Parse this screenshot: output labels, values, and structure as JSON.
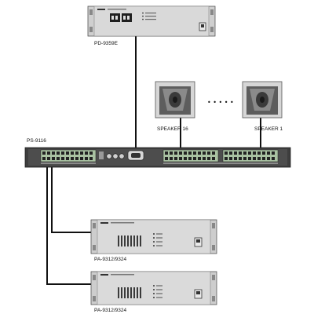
{
  "devices": {
    "controller_label": "PD-9359E",
    "switcher_label": "PS-9116",
    "amplifier_top_label": "PA-9312/9324",
    "amplifier_bottom_label": "PA-9312/9324",
    "speaker_left_label": "SPEAKER 16",
    "speaker_right_label": "SPEAKER 1",
    "speaker_ellipsis": "• • • • •"
  },
  "colors": {
    "panel": "#c9c9c9",
    "panel_light": "#e4e4e4",
    "panel_dark": "#4a4a4a",
    "switcher_body": "#3a3a3a",
    "terminal_green": "#9fbf96",
    "cable": "#111111"
  }
}
